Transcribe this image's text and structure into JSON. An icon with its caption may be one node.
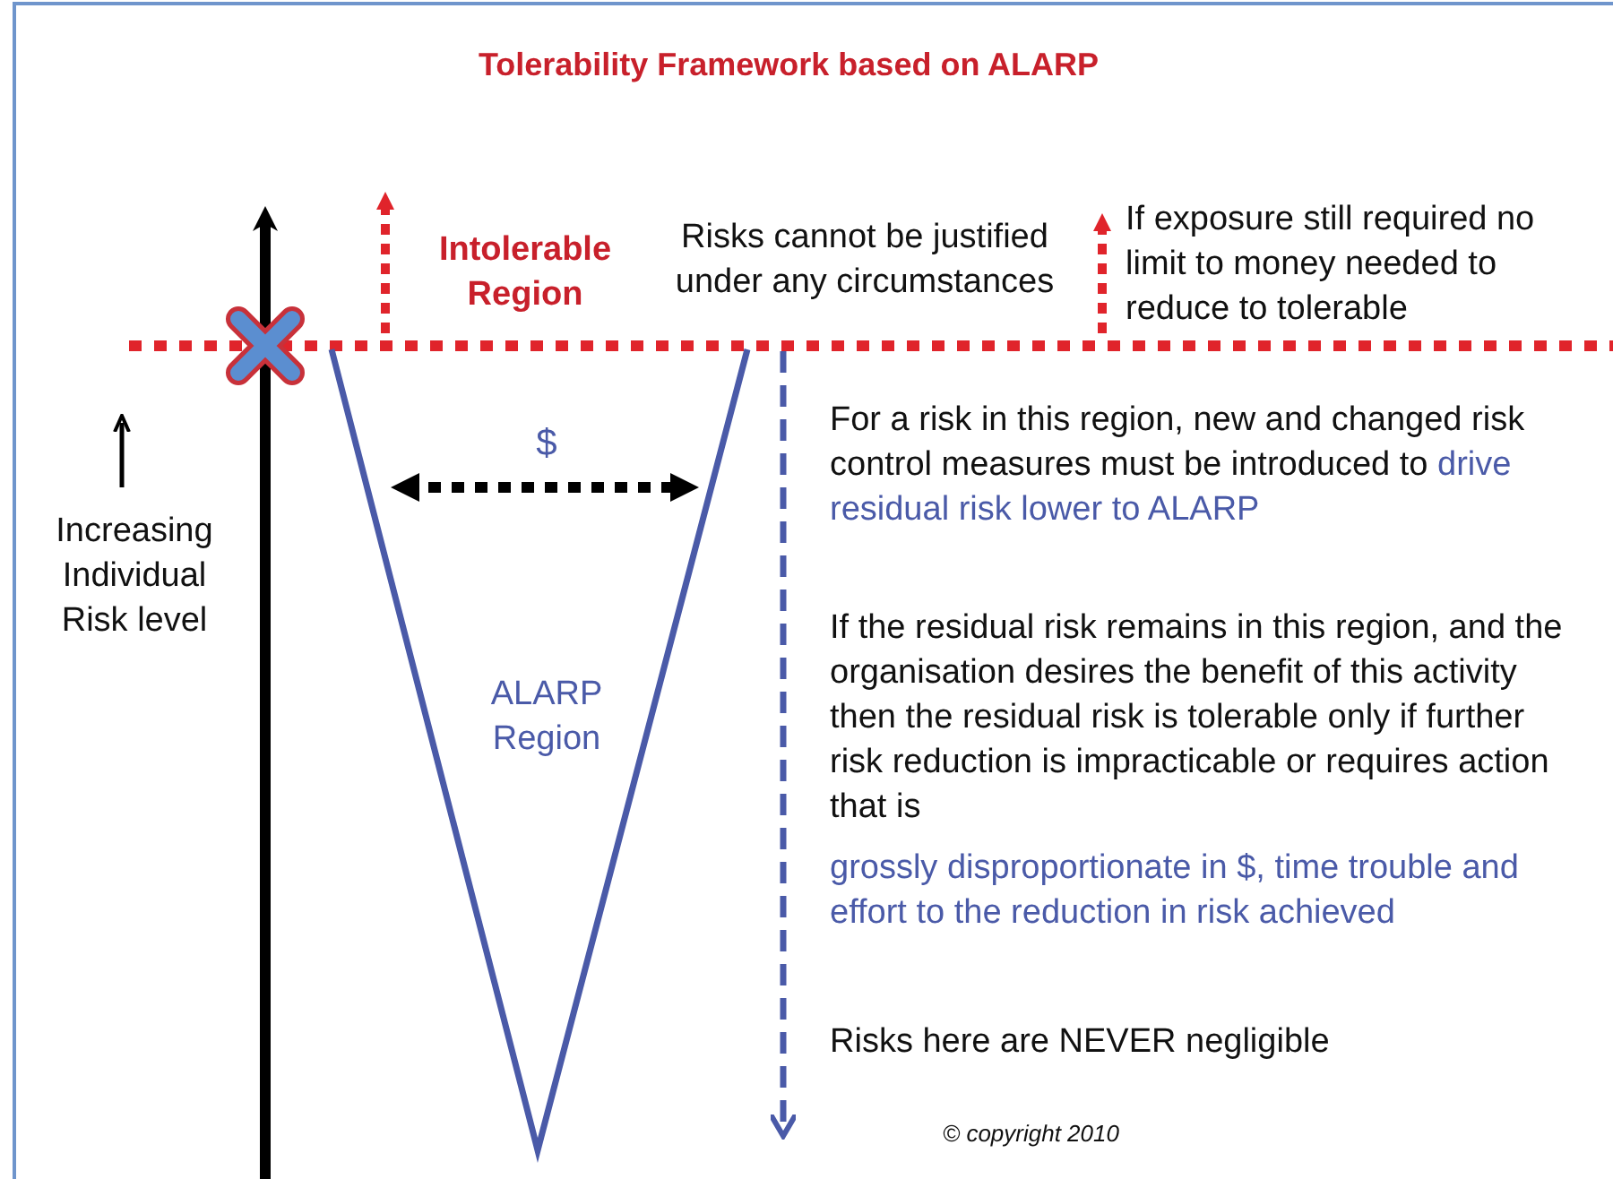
{
  "diagram": {
    "title": "Tolerability Framework based on ALARP",
    "labels": [
      "Intolerable Region",
      "Risks cannot be justified under any circumstances",
      "If exposure still required no limit to money needed to reduce to tolerable",
      "$",
      "Increasing Individual Risk level",
      "ALARP Region",
      "For a risk in this region, new and changed risk control measures must be introduced to",
      "drive residual risk lower to ALARP",
      "If the residual risk remains in this region, and the organisation desires the benefit of this activity then the residual risk is tolerable only if further risk reduction is impracticable or requires action that is",
      "grossly disproportionate in $, time trouble and effort to the reduction in risk achieved",
      "Risks here are NEVER negligible",
      "© copyright 2010"
    ]
  }
}
